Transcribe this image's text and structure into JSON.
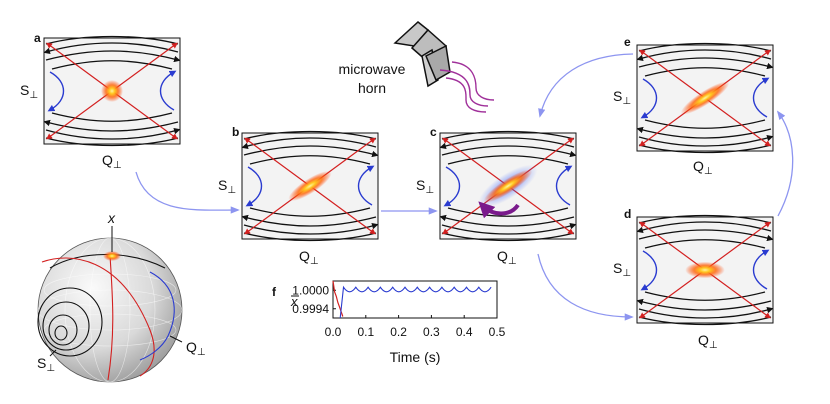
{
  "panels": {
    "a": {
      "letter": "a",
      "xlabel": "Q",
      "xsub": "⊥",
      "ylabel": "S",
      "ysub": "⊥",
      "blob_angle": 0,
      "blob_stretch": 1.0,
      "blue": false
    },
    "b": {
      "letter": "b",
      "xlabel": "Q",
      "xsub": "⊥",
      "ylabel": "S",
      "ysub": "⊥",
      "blob_angle": -33,
      "blob_stretch": 2.3,
      "blue": false
    },
    "c": {
      "letter": "c",
      "xlabel": "Q",
      "xsub": "⊥",
      "ylabel": "S",
      "ysub": "⊥",
      "blob_angle": -33,
      "blob_stretch": 2.6,
      "blue": true
    },
    "d": {
      "letter": "d",
      "xlabel": "Q",
      "xsub": "⊥",
      "ylabel": "S",
      "ysub": "⊥",
      "blob_angle": 0,
      "blob_stretch": 1.8,
      "blue": false
    },
    "e": {
      "letter": "e",
      "xlabel": "Q",
      "xsub": "⊥",
      "ylabel": "S",
      "ysub": "⊥",
      "blob_angle": -33,
      "blob_stretch": 2.6,
      "blue": false
    }
  },
  "horn": {
    "line1": "microwave",
    "line2": "horn"
  },
  "sphere": {
    "top_label": "x",
    "s_label": "S",
    "s_sub": "⊥",
    "q_label": "Q",
    "q_sub": "⊥"
  },
  "colors": {
    "red": "#d32020",
    "blue": "#2a3bd0",
    "arrow": "#8d95f0",
    "purple": "#7a1a8c",
    "horn_wave": "#a0309a"
  },
  "chart_data": {
    "type": "line",
    "panel_letter": "f",
    "ylabel": "x",
    "xlabel": "Time (s)",
    "xlim": [
      0.0,
      0.5
    ],
    "ylim": [
      0.9991,
      1.0003
    ],
    "xticks": [
      "0.0",
      "0.1",
      "0.2",
      "0.3",
      "0.4",
      "0.5"
    ],
    "yticks": [
      "1.0000",
      "0.9994"
    ],
    "ytick_values": [
      1.0,
      0.9994
    ],
    "series": [
      {
        "color": "#2a3bd0",
        "pulse_period": 0.0375,
        "first_pulse": 0.032,
        "peak": 1.0001,
        "dip": 0.99995
      },
      {
        "color": "#d32020",
        "x": [
          0.0,
          0.005,
          0.01,
          0.015,
          0.02,
          0.025,
          0.03
        ],
        "values": [
          1.0003,
          0.99995,
          0.9998,
          0.9996,
          0.99945,
          0.9993,
          0.99915
        ]
      }
    ]
  }
}
